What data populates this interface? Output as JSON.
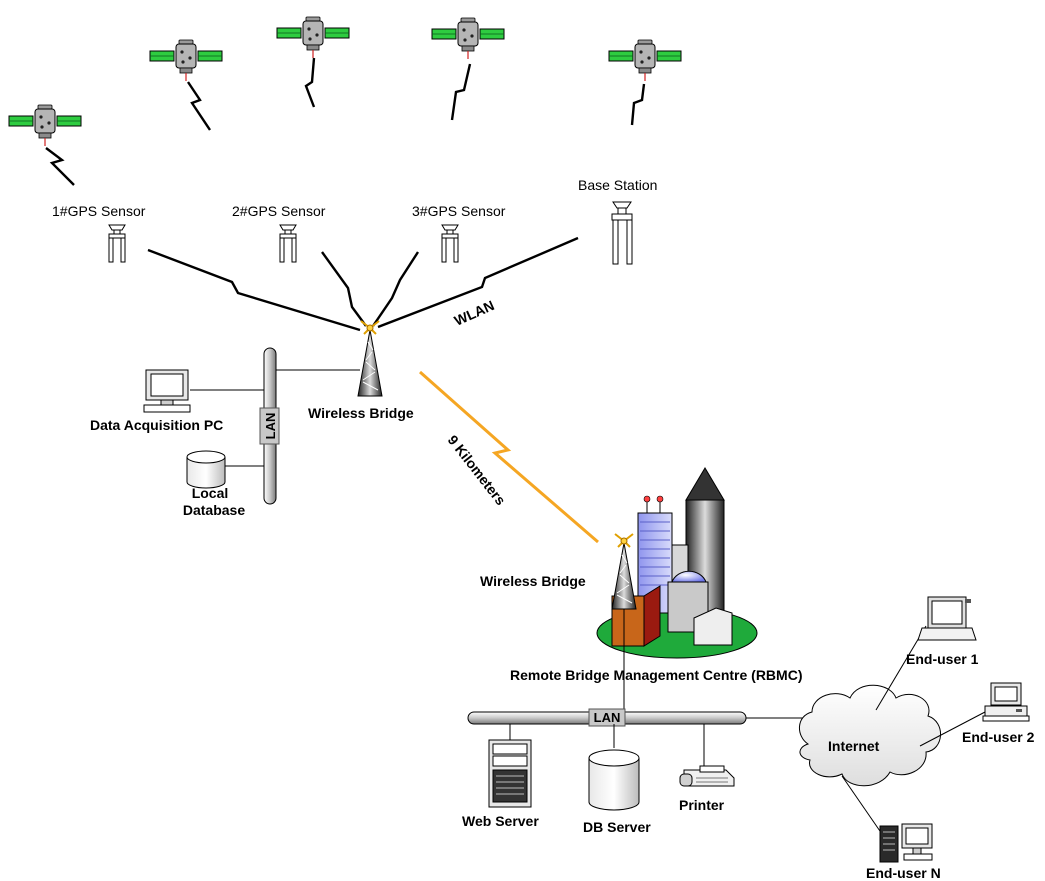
{
  "labels": {
    "gps1": "1#GPS Sensor",
    "gps2": "2#GPS Sensor",
    "gps3": "3#GPS Sensor",
    "base_station": "Base Station",
    "wlan": "WLAN",
    "wireless_bridge_site": "Wireless Bridge",
    "data_acq_pc": "Data Acquisition PC",
    "lan_site": "LAN",
    "local_db_line1": "Local",
    "local_db_line2": "Database",
    "distance": "9 Kilometers",
    "wireless_bridge_rbmc": "Wireless Bridge",
    "rbmc": "Remote Bridge Management Centre (RBMC)",
    "lan_rbmc": "LAN",
    "web_server": "Web Server",
    "db_server": "DB Server",
    "printer": "Printer",
    "internet": "Internet",
    "end_user1": "End-user 1",
    "end_user2": "End-user 2",
    "end_userN": "End-user N"
  },
  "icons": {
    "satellite": "satellite-icon",
    "gps_sensor": "gps-antenna-icon",
    "tower": "radio-tower-icon",
    "computer": "desktop-computer-icon",
    "database": "database-icon",
    "city": "building-cluster-icon",
    "server": "server-icon",
    "printer": "printer-icon",
    "cloud": "cloud-icon",
    "laptop": "laptop-icon"
  },
  "colors": {
    "distance_link": "#f5a623",
    "satellite_panel": "#2ecc40",
    "island": "#1faa3b"
  }
}
